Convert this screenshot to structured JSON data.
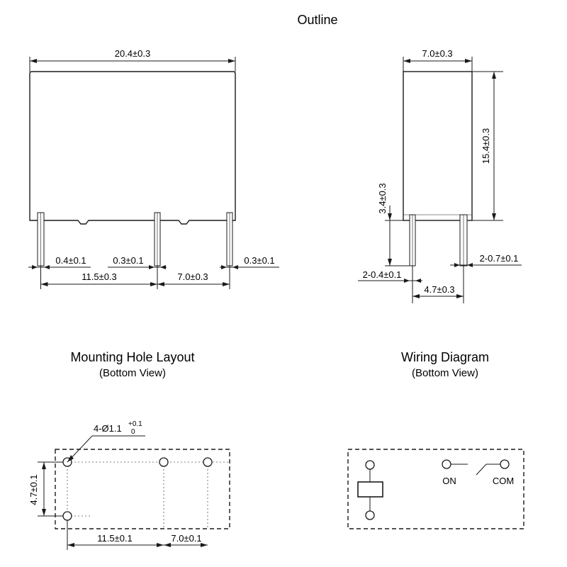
{
  "outline": {
    "title": "Outline",
    "front": {
      "width": "20.4±0.3",
      "pin_left": "0.4±0.1",
      "pin_mid": "0.3±0.1",
      "pin_right": "0.3±0.1",
      "span_left": "11.5±0.3",
      "span_right": "7.0±0.3"
    },
    "side": {
      "width": "7.0±0.3",
      "height": "15.4±0.3",
      "pin_length": "3.4±0.3",
      "pin_left": "2-0.4±0.1",
      "pin_right": "2-0.7±0.1",
      "pin_spacing": "4.7±0.3"
    }
  },
  "mounting": {
    "title": "Mounting Hole Layout",
    "subtitle": "(Bottom View)",
    "hole_label": "4-Ø1.1",
    "hole_tol_upper": "+0.1",
    "hole_tol_lower": "0",
    "vertical": "4.7±0.1",
    "span_left": "11.5±0.1",
    "span_right": "7.0±0.1"
  },
  "wiring": {
    "title": "Wiring Diagram",
    "subtitle": "(Bottom View)",
    "on_label": "ON",
    "com_label": "COM"
  }
}
